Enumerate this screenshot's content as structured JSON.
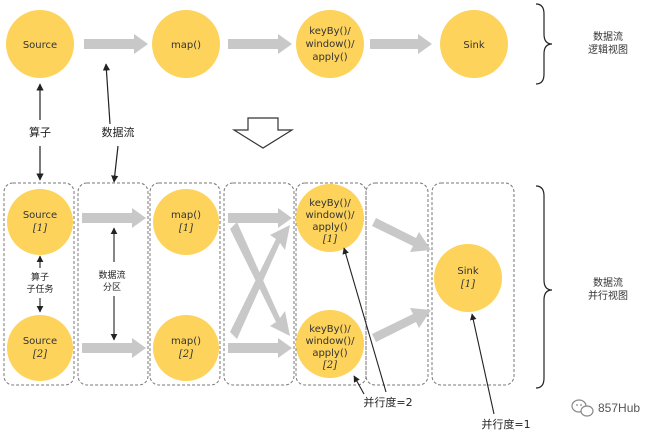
{
  "colors": {
    "node_fill": "#FDD35B",
    "arrow_gray": "#C8C8C8",
    "box_border": "#777777",
    "line": "#222222"
  },
  "logical": {
    "nodes": {
      "source": "Source",
      "map": "map()",
      "keyby": [
        "keyBy()/",
        "window()/",
        "apply()"
      ],
      "sink": "Sink"
    },
    "side_label": [
      "数据流",
      "逻辑视图"
    ]
  },
  "annotations": {
    "operator": "算子",
    "stream": "数据流",
    "subtask": [
      "算子",
      "子任务"
    ],
    "partition": [
      "数据流",
      "分区"
    ],
    "parallelism_2": "并行度=2",
    "parallelism_1": "并行度=1"
  },
  "parallel": {
    "source_1": [
      "Source",
      "[1]"
    ],
    "source_2": [
      "Source",
      "[2]"
    ],
    "map_1": [
      "map()",
      "[1]"
    ],
    "map_2": [
      "map()",
      "[2]"
    ],
    "keyby_1": [
      "keyBy()/",
      "window()/",
      "apply()",
      "[1]"
    ],
    "keyby_2": [
      "keyBy()/",
      "window()/",
      "apply()",
      "[2]"
    ],
    "sink_1": [
      "Sink",
      "[1]"
    ],
    "side_label": [
      "数据流",
      "并行视图"
    ]
  },
  "watermark": {
    "icon": "wechat-icon",
    "text": "857Hub"
  }
}
